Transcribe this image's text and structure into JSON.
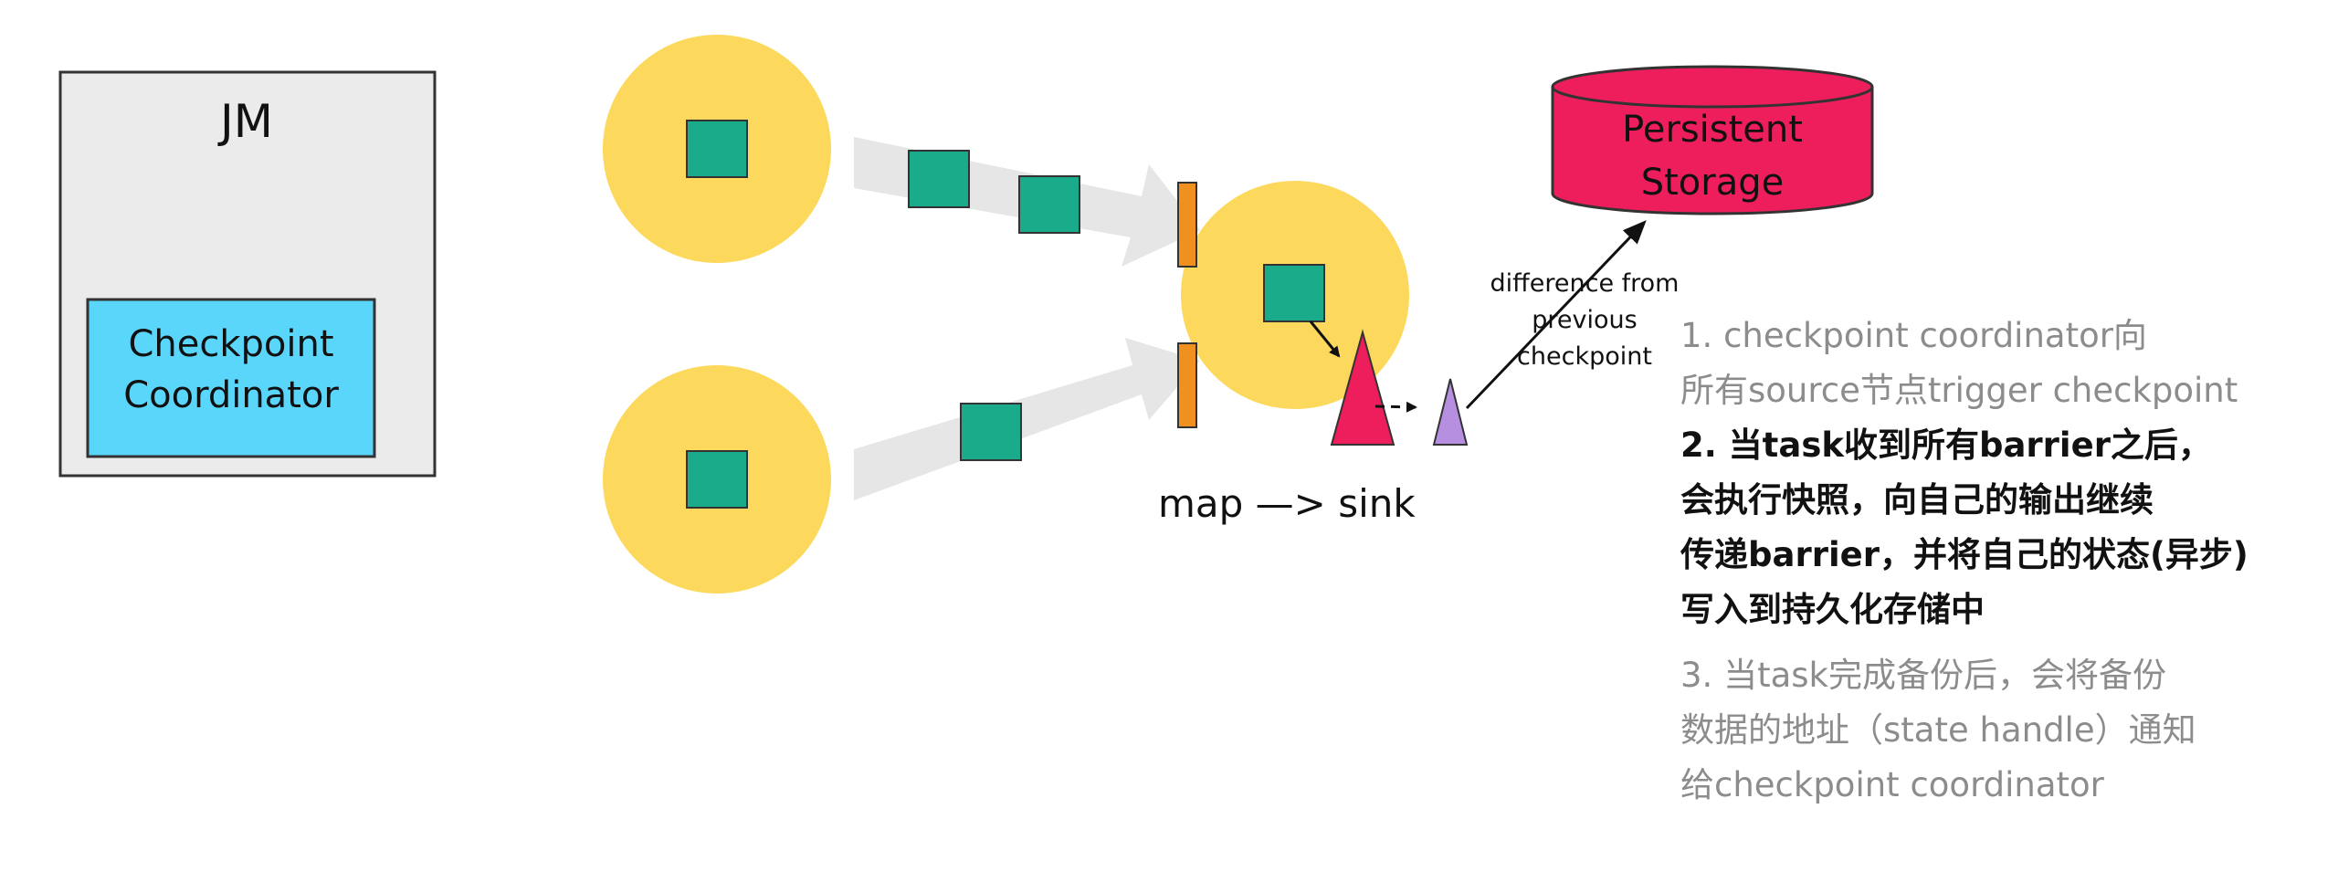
{
  "jm": {
    "title": "JM",
    "coordinator_lines": [
      "Checkpoint",
      "Coordinator"
    ]
  },
  "storage": {
    "lines": [
      "Persistent",
      "Storage"
    ]
  },
  "arrow_label": {
    "lines": [
      "difference from",
      "previous",
      "checkpoint"
    ]
  },
  "operator_label": "map —> sink",
  "steps": [
    {
      "lines": [
        "1.  checkpoint coordinator向",
        "所有source节点trigger checkpoint"
      ],
      "style": "gray"
    },
    {
      "lines": [
        "2. 当task收到所有barrier之后，",
        "会执行快照，向自己的输出继续",
        "传递barrier，并将自己的状态(异步)",
        "写入到持久化存储中"
      ],
      "style": "dark"
    },
    {
      "lines": [
        "3. 当task完成备份后，会将备份",
        "数据的地址（state handle）通知",
        "给checkpoint coordinator"
      ],
      "style": "gray"
    }
  ],
  "colors": {
    "jm_box_fill": "#ebebeb",
    "coordinator_fill": "#5bd6fb",
    "task_circle": "#fcd95c",
    "record_square": "#1aab8a",
    "barrier": "#f0901f",
    "storage_fill": "#ee1e5d",
    "state_triangle": "#ee1e5d",
    "snapshot_triangle": "#b78fe0",
    "flow_arrow": "#e6e6e6"
  }
}
